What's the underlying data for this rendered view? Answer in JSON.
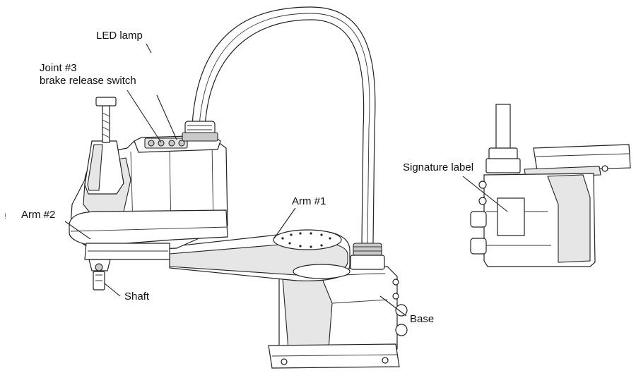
{
  "labels": {
    "led_lamp": "LED lamp",
    "joint3_line1": "Joint #3",
    "joint3_line2": "brake release switch",
    "arm2": "Arm #2",
    "arm1": "Arm #1",
    "shaft": "Shaft",
    "base": "Base",
    "signature_label": "Signature label"
  },
  "stray_mark": "!"
}
